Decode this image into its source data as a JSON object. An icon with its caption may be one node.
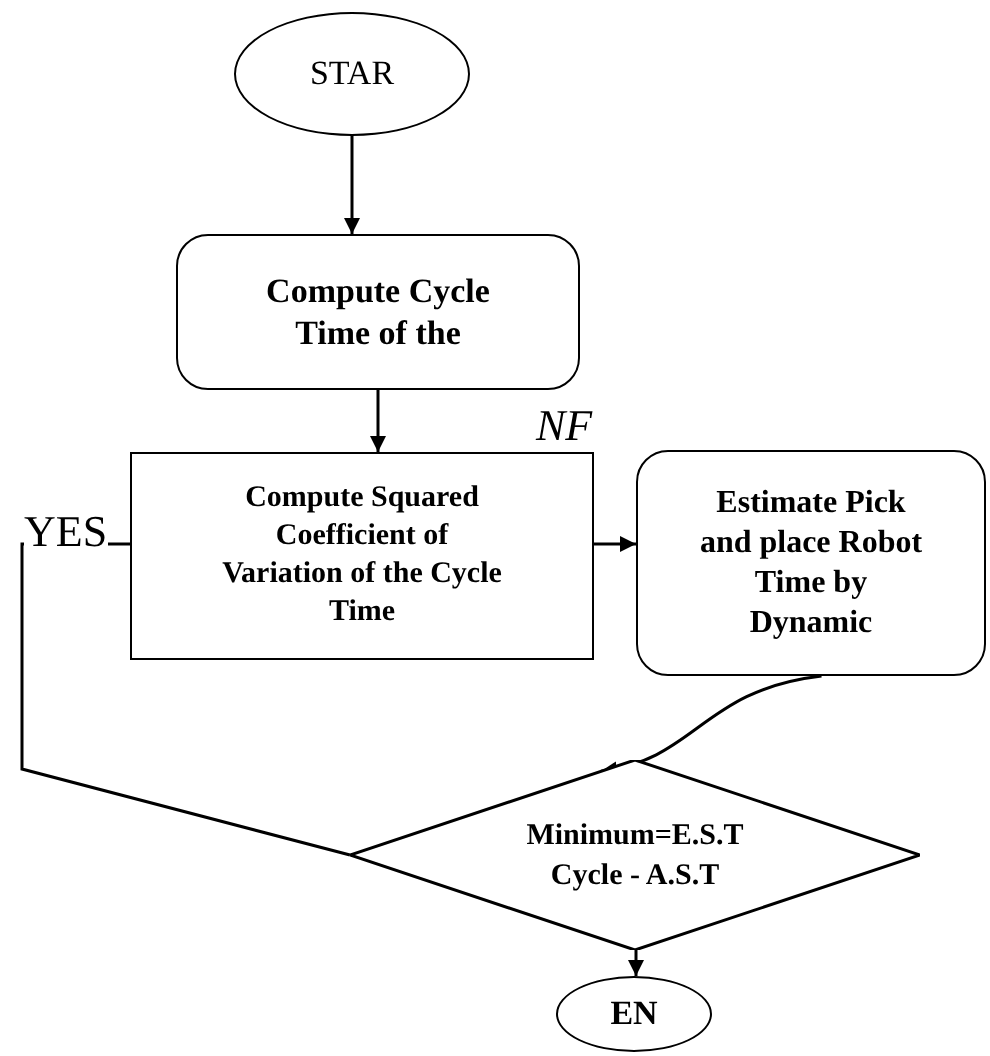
{
  "diagram": {
    "nodes": [
      {
        "text": [
          "STAR"
        ]
      },
      {
        "text": [
          "Compute Cycle Time of the"
        ]
      },
      {
        "text": [
          "Compute Squared Coefficient of Variation of the Cycle Time"
        ]
      },
      {
        "text": [
          "Estimate  Pick and place Robot Time by Dynamic"
        ]
      },
      {
        "text": [
          "Minimum=E.S.T",
          "Cycle  - A.S.T"
        ]
      },
      {
        "text": [
          "EN"
        ]
      }
    ],
    "edges": [
      {
        "from": 0,
        "to": 1,
        "arrow": "to"
      },
      {
        "from": 1,
        "to": 2,
        "arrow": "to"
      },
      {
        "from": 2,
        "to": 3,
        "arrow": "to"
      },
      {
        "from": 3,
        "to": 4,
        "arrow": "to"
      },
      {
        "from": 4,
        "to": 5,
        "arrow": "to"
      },
      {
        "from": 4,
        "to": 2,
        "arrow": "none",
        "label": "YES"
      }
    ],
    "labels": [
      "NF"
    ]
  }
}
